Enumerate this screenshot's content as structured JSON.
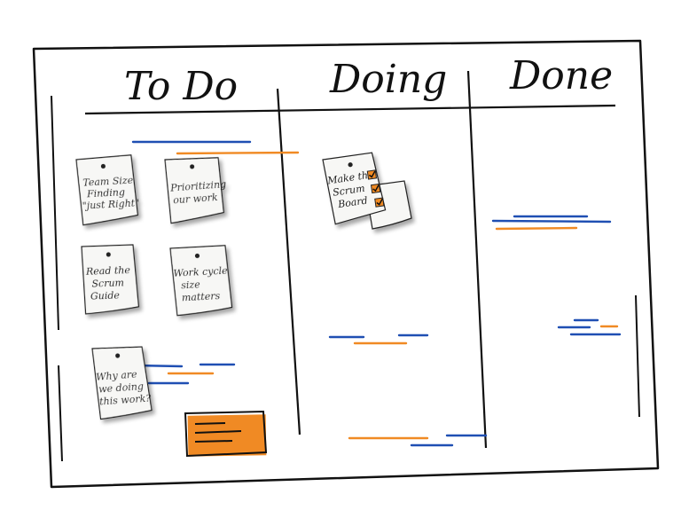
{
  "columns": {
    "todo": "To Do",
    "doing": "Doing",
    "done": "Done"
  },
  "notes": [
    {
      "lines": [
        "Team Size",
        "Finding",
        "\"just Right\""
      ]
    },
    {
      "lines": [
        "Prioritizing",
        "our work"
      ]
    },
    {
      "lines": [
        "Read the",
        "Scrum",
        "Guide"
      ]
    },
    {
      "lines": [
        "Work cycle",
        "size",
        "matters"
      ]
    },
    {
      "lines": [
        "Why are",
        "we doing",
        "this work?"
      ]
    },
    {
      "lines": [
        "Make this",
        "Scrum",
        "Board"
      ]
    }
  ],
  "colors": {
    "ink": "#111111",
    "blue": "#1f4fb3",
    "orange": "#f08a24",
    "paper": "#f7f7f5"
  },
  "icons": [
    "pushpin-icon",
    "checkbox-icon"
  ]
}
